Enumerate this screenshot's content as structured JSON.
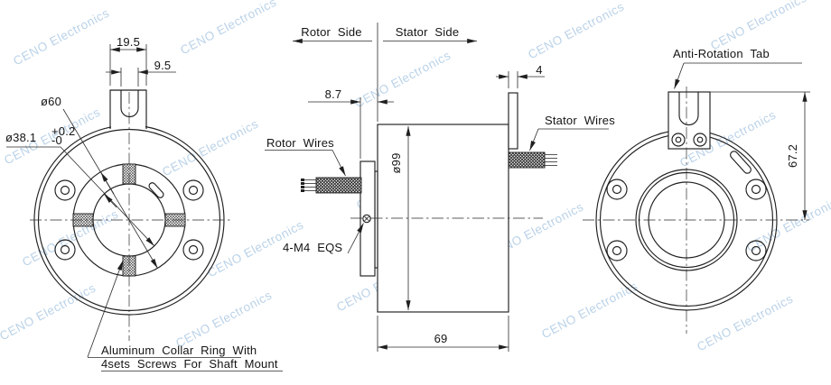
{
  "drawing": {
    "title_watermark": "CENO Electronics",
    "colors": {
      "line": "#1f1f1f",
      "watermark": "#a9c7e3"
    },
    "front": {
      "tab_width": "19.5",
      "slot_width": "9.5",
      "collar_dia": "ø60",
      "bore_dia": "ø38.1",
      "bore_tol_plus": "+0.2",
      "bore_tol_minus": "-0",
      "note1": "Aluminum Collar Ring With",
      "note2": "4sets Screws For Shaft Mount"
    },
    "side": {
      "rotor_label": "Rotor Side",
      "stator_label": "Stator Side",
      "flange_offset": "8.7",
      "tab_thickness": "4",
      "body_dia": "ø99",
      "body_length": "69",
      "rotor_wires": "Rotor Wires",
      "stator_wires": "Stator Wires",
      "screws": "4-M4 EQS"
    },
    "rear": {
      "tab_label": "Anti-Rotation Tab",
      "tab_height": "67.2"
    }
  }
}
